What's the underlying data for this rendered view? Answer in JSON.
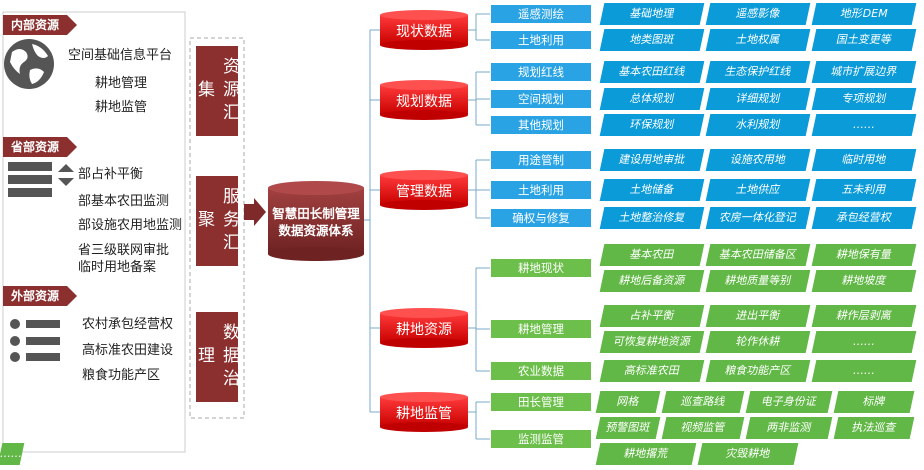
{
  "sources": {
    "internal": {
      "tag": "内部资源",
      "items": [
        "空间基础信息平台",
        "耕地管理",
        "耕地监管"
      ]
    },
    "provincial": {
      "tag": "省部资源",
      "items": [
        "部占补平衡",
        "部基本农田监测",
        "部设施农用地监测",
        "省三级联网审批",
        "临时用地备案"
      ]
    },
    "external": {
      "tag": "外部资源",
      "items": [
        "农村承包经营权",
        "高标准农田建设",
        "粮食功能产区"
      ]
    }
  },
  "stages": [
    "资源汇集",
    "服务汇聚",
    "数据治理"
  ],
  "core": "智慧田长制管理数据资源体系",
  "categories": [
    {
      "label": "现状数据",
      "subs": [
        {
          "label": "遥感测绘",
          "leaves": [
            "基础地理",
            "遥感影像",
            "地形DEM"
          ]
        },
        {
          "label": "土地利用",
          "leaves": [
            "地类图斑",
            "土地权属",
            "国土变更等"
          ]
        }
      ]
    },
    {
      "label": "规划数据",
      "subs": [
        {
          "label": "规划红线",
          "leaves": [
            "基本农田红线",
            "生态保护红线",
            "城市扩展边界"
          ]
        },
        {
          "label": "空间规划",
          "leaves": [
            "总体规划",
            "详细规划",
            "专项规划"
          ]
        },
        {
          "label": "其他规划",
          "leaves": [
            "环保规划",
            "水利规划",
            "……"
          ]
        }
      ]
    },
    {
      "label": "管理数据",
      "subs": [
        {
          "label": "用途管制",
          "leaves": [
            "建设用地审批",
            "设施农用地",
            "临时用地"
          ]
        },
        {
          "label": "土地利用",
          "leaves": [
            "土地储备",
            "土地供应",
            "五未利用"
          ]
        },
        {
          "label": "确权与修复",
          "leaves": [
            "土地整治修复",
            "农房一体化登记",
            "承包经营权"
          ]
        }
      ]
    },
    {
      "label": "耕地资源",
      "subs": [
        {
          "label": "耕地现状",
          "leaves": [
            "基本农田",
            "基本农田储备区",
            "耕地保有量",
            "耕地后备资源",
            "耕地质量等别",
            "耕地坡度"
          ]
        },
        {
          "label": "耕地管理",
          "leaves": [
            "占补平衡",
            "进出平衡",
            "耕作层剥离",
            "可恢复耕地资源",
            "轮作休耕",
            "……"
          ]
        },
        {
          "label": "农业数据",
          "leaves": [
            "高标准农田",
            "粮食功能产区",
            "……"
          ]
        }
      ]
    },
    {
      "label": "耕地监管",
      "subs": [
        {
          "label": "田长管理",
          "leaves": [
            "网格",
            "巡查路线",
            "电子身份证",
            "标牌"
          ]
        },
        {
          "label": "监测监管",
          "leaves": [
            "预警图斑",
            "视频监管",
            "两非监测",
            "执法巡查",
            "耕地撂荒",
            "灾毁耕地",
            "……"
          ]
        }
      ]
    }
  ],
  "colors": {
    "dark_red": "#8b2f2f",
    "red": "#e8121c",
    "blue": "#0b9bd8",
    "green": "#62b847"
  }
}
